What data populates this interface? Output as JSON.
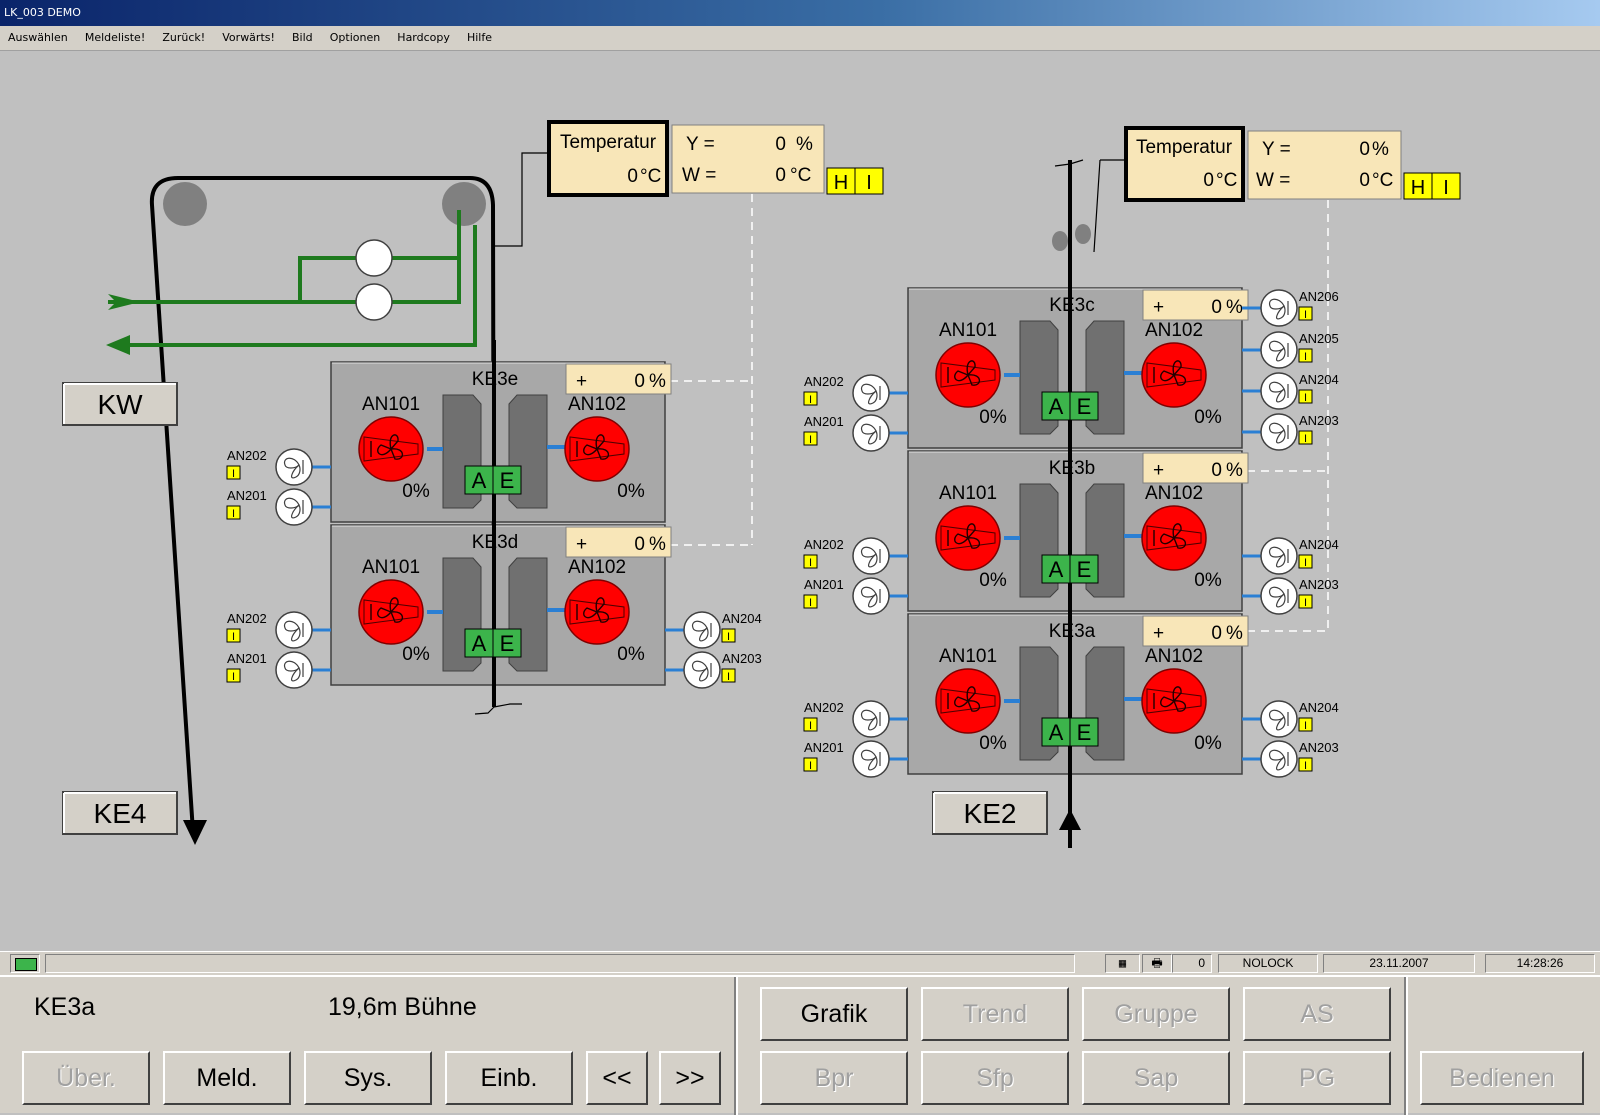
{
  "window": {
    "title": "LK_003 DEMO"
  },
  "menu": [
    "Auswählen",
    "Meldeliste!",
    "Zurück!",
    "Vorwärts!",
    "Bild",
    "Optionen",
    "Hardcopy",
    "Hilfe"
  ],
  "colors": {
    "background": "#c0c0c0",
    "pipe_green": "#1e7a1e",
    "motor_red": "#ff0000",
    "status_green": "#3cb44b",
    "indicator_yellow": "#ffff00",
    "panel_beige": "#f8e6b8"
  },
  "left": {
    "temp": {
      "title": "Temperatur",
      "value": "0",
      "unit": "°C"
    },
    "yw": {
      "y_label": "Y =",
      "y_value": "0",
      "y_unit": "%",
      "w_label": "W =",
      "w_value": "0",
      "w_unit": "°C"
    },
    "hi": {
      "h": "H",
      "i": "I"
    },
    "kw_button": "KW",
    "ke4_button": "KE4",
    "units": [
      {
        "name": "KE3e",
        "setpoint_sign": "+",
        "setpoint": "0",
        "setpoint_unit": "%",
        "fan_left_label": "AN101",
        "fan_left_pct": "0%",
        "fan_right_label": "AN102",
        "fan_right_pct": "0%",
        "status_a": "A",
        "status_e": "E",
        "left_fans": [
          {
            "label": "AN202",
            "ind": "I"
          },
          {
            "label": "AN201",
            "ind": "I"
          }
        ],
        "right_fans": []
      },
      {
        "name": "KE3d",
        "setpoint_sign": "+",
        "setpoint": "0",
        "setpoint_unit": "%",
        "fan_left_label": "AN101",
        "fan_left_pct": "0%",
        "fan_right_label": "AN102",
        "fan_right_pct": "0%",
        "status_a": "A",
        "status_e": "E",
        "left_fans": [
          {
            "label": "AN202",
            "ind": "I"
          },
          {
            "label": "AN201",
            "ind": "I"
          }
        ],
        "right_fans": [
          {
            "label": "AN204",
            "ind": "I"
          },
          {
            "label": "AN203",
            "ind": "I"
          }
        ]
      }
    ]
  },
  "right": {
    "temp": {
      "title": "Temperatur",
      "value": "0",
      "unit": "°C"
    },
    "yw": {
      "y_label": "Y =",
      "y_value": "0",
      "y_unit": "%",
      "w_label": "W =",
      "w_value": "0",
      "w_unit": "°C"
    },
    "hi": {
      "h": "H",
      "i": "I"
    },
    "ke2_button": "KE2",
    "units": [
      {
        "name": "KE3c",
        "setpoint_sign": "+",
        "setpoint": "0",
        "setpoint_unit": "%",
        "fan_left_label": "AN101",
        "fan_left_pct": "0%",
        "fan_right_label": "AN102",
        "fan_right_pct": "0%",
        "status_a": "A",
        "status_e": "E",
        "left_fans": [
          {
            "label": "AN202",
            "ind": "I"
          },
          {
            "label": "AN201",
            "ind": "I"
          }
        ],
        "right_fans": [
          {
            "label": "AN206",
            "ind": "I"
          },
          {
            "label": "AN205",
            "ind": "I"
          },
          {
            "label": "AN204",
            "ind": "I"
          },
          {
            "label": "AN203",
            "ind": "I"
          }
        ]
      },
      {
        "name": "KE3b",
        "setpoint_sign": "+",
        "setpoint": "0",
        "setpoint_unit": "%",
        "fan_left_label": "AN101",
        "fan_left_pct": "0%",
        "fan_right_label": "AN102",
        "fan_right_pct": "0%",
        "status_a": "A",
        "status_e": "E",
        "left_fans": [
          {
            "label": "AN202",
            "ind": "I"
          },
          {
            "label": "AN201",
            "ind": "I"
          }
        ],
        "right_fans": [
          {
            "label": "AN204",
            "ind": "I"
          },
          {
            "label": "AN203",
            "ind": "I"
          }
        ]
      },
      {
        "name": "KE3a",
        "setpoint_sign": "+",
        "setpoint": "0",
        "setpoint_unit": "%",
        "fan_left_label": "AN101",
        "fan_left_pct": "0%",
        "fan_right_label": "AN102",
        "fan_right_pct": "0%",
        "status_a": "A",
        "status_e": "E",
        "left_fans": [
          {
            "label": "AN202",
            "ind": "I"
          },
          {
            "label": "AN201",
            "ind": "I"
          }
        ],
        "right_fans": [
          {
            "label": "AN204",
            "ind": "I"
          },
          {
            "label": "AN203",
            "ind": "I"
          }
        ]
      }
    ]
  },
  "status": {
    "count": "0",
    "lock": "NOLOCK",
    "date": "23.11.2007",
    "time": "14:28:26"
  },
  "bottom": {
    "area": "KE3a",
    "location": "19,6m Bühne",
    "nav_buttons": [
      {
        "label": "Über.",
        "enabled": false
      },
      {
        "label": "Meld.",
        "enabled": true
      },
      {
        "label": "Sys.",
        "enabled": true
      },
      {
        "label": "Einb.",
        "enabled": true
      },
      {
        "label": "<<",
        "enabled": true
      },
      {
        "label": ">>",
        "enabled": true
      }
    ],
    "view_buttons": [
      {
        "label": "Grafik",
        "enabled": true
      },
      {
        "label": "Trend",
        "enabled": false
      },
      {
        "label": "Gruppe",
        "enabled": false
      },
      {
        "label": "AS",
        "enabled": false
      },
      {
        "label": "Bpr",
        "enabled": false
      },
      {
        "label": "Sfp",
        "enabled": false
      },
      {
        "label": "Sap",
        "enabled": false
      },
      {
        "label": "PG",
        "enabled": false
      }
    ],
    "operate_button": {
      "label": "Bedienen",
      "enabled": false
    }
  }
}
